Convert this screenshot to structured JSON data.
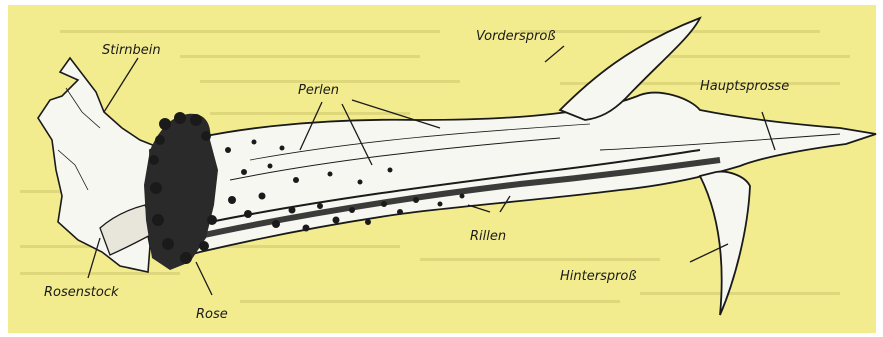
{
  "labels": {
    "stirnbein": "Stirnbein",
    "perlen": "Perlen",
    "vordersporss": "Vordersproß",
    "hauptsprosse": "Hauptsprosse",
    "rillen": "Rillen",
    "hintersporss": "Hintersproß",
    "rosenstock": "Rosenstock",
    "rose": "Rose"
  },
  "colors": {
    "paper": "#f3ec8e",
    "ink": "#1a1a1a",
    "bone": "#f7f7f2"
  }
}
